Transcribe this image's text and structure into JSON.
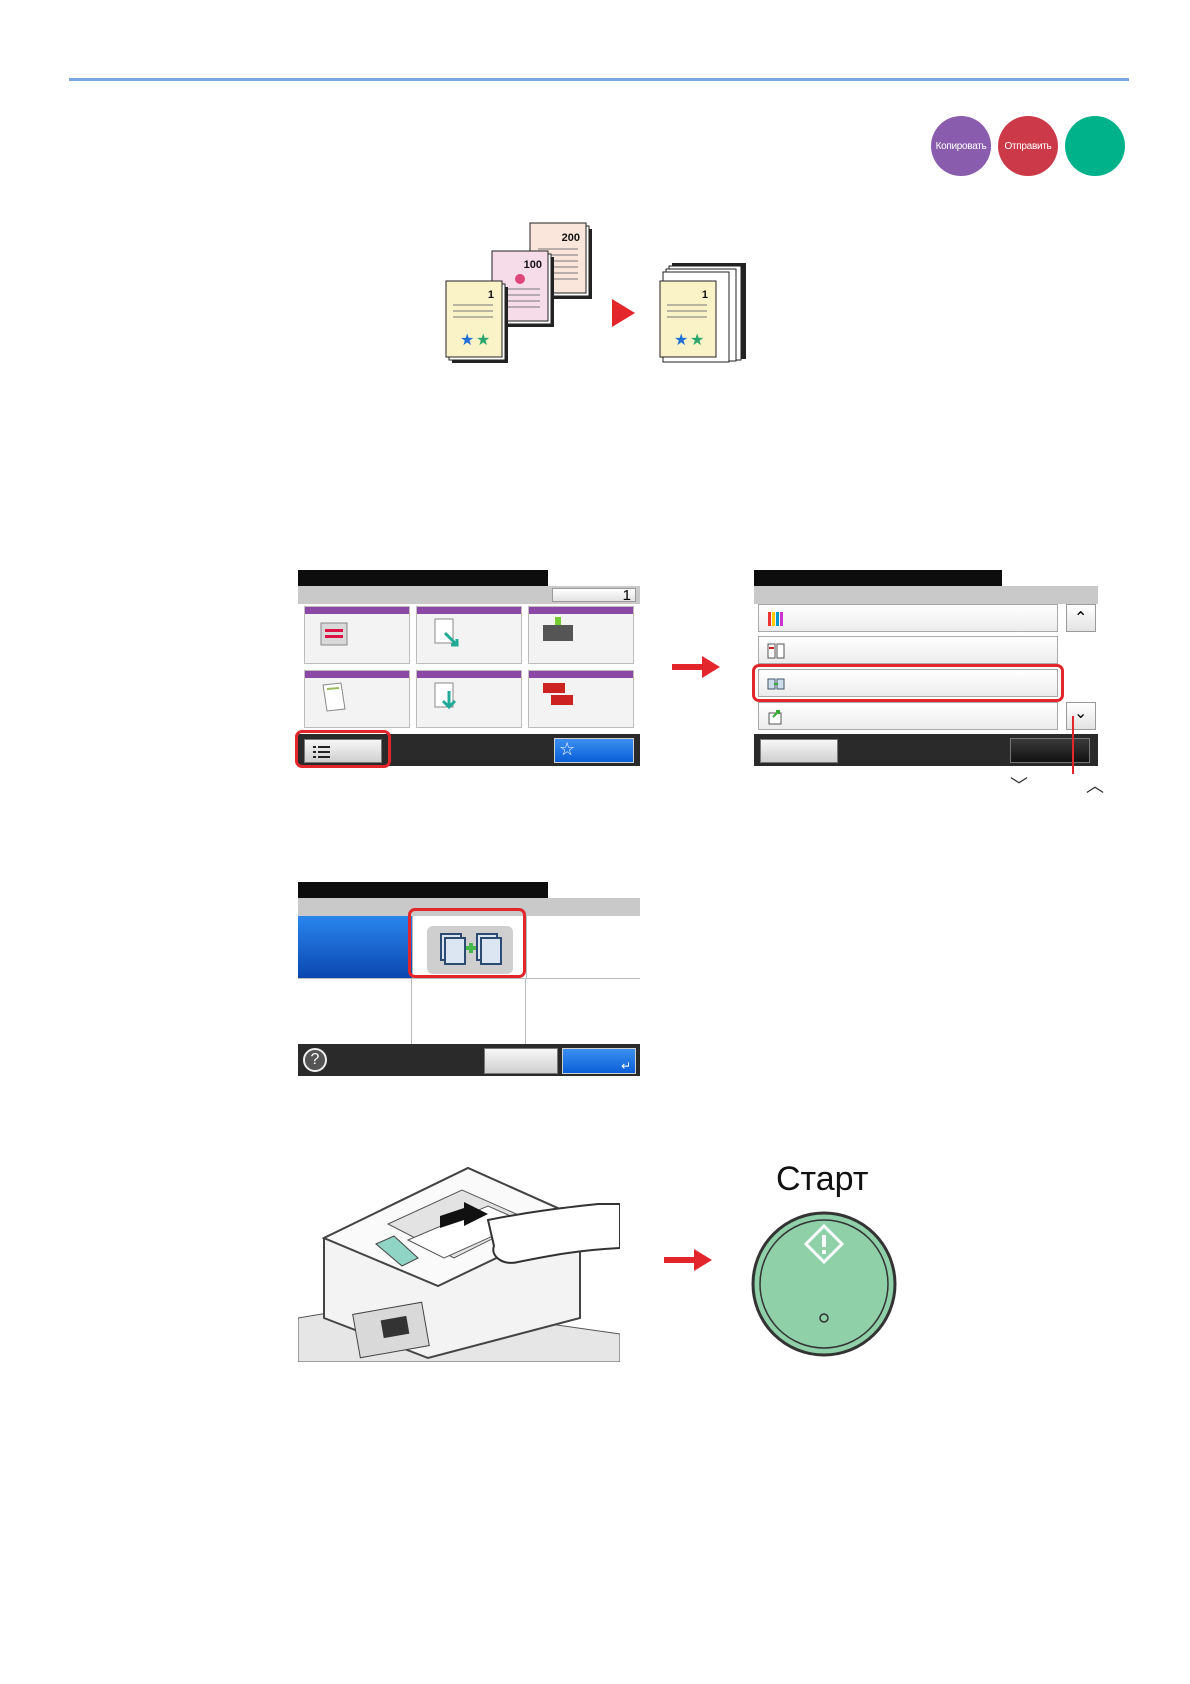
{
  "badges": {
    "copy": "Копировать",
    "send": "Отправить",
    "extra": ""
  },
  "illustration": {
    "stack_labels": [
      "200",
      "100",
      "1"
    ],
    "result_label": "1"
  },
  "panel1": {
    "counter": "1"
  },
  "final": {
    "start_label": "Старт"
  },
  "colors": {
    "accent_red": "#e3262c",
    "rule_blue": "#7aa7e0",
    "purple": "#8a4aa3"
  }
}
